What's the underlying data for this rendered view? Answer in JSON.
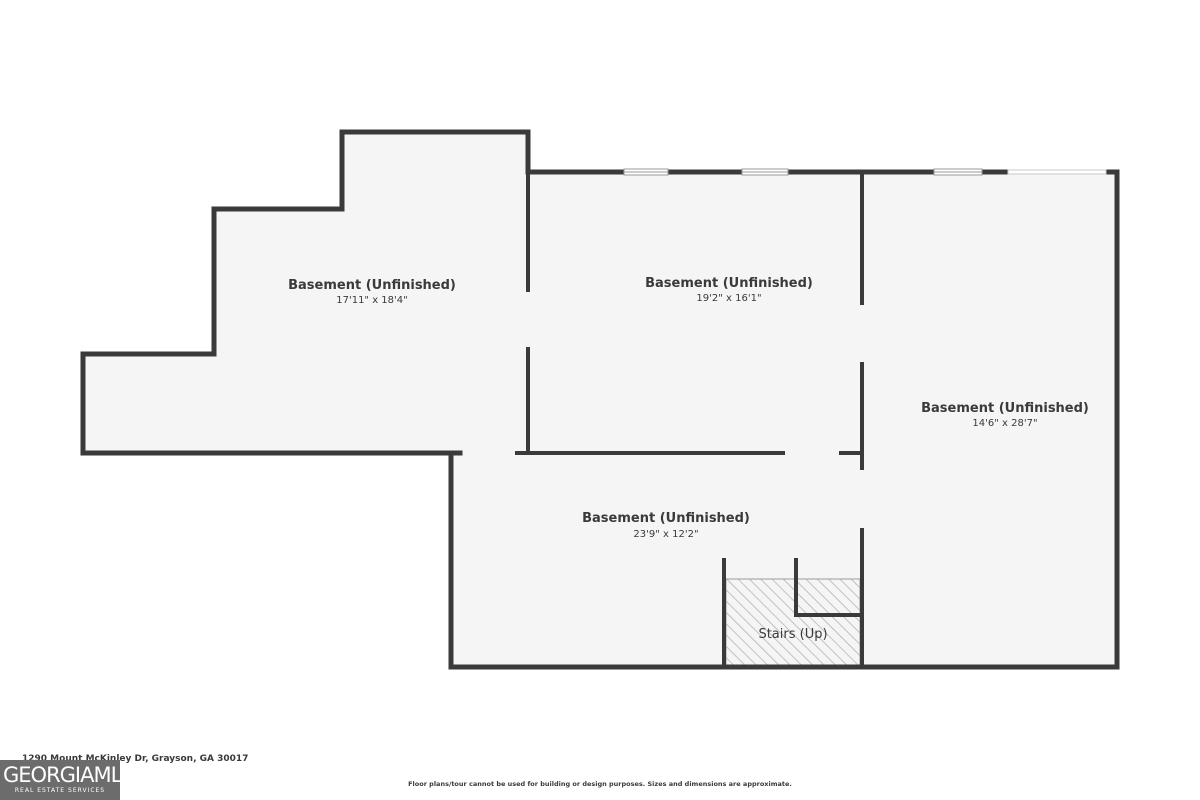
{
  "rooms": [
    {
      "name": "Basement (Unfinished)",
      "dimensions": "17'11\" x 18'4\""
    },
    {
      "name": "Basement (Unfinished)",
      "dimensions": "19'2\" x 16'1\""
    },
    {
      "name": "Basement (Unfinished)",
      "dimensions": "14'6\" x 28'7\""
    },
    {
      "name": "Basement (Unfinished)",
      "dimensions": "23'9\" x 12'2\""
    }
  ],
  "stairs": {
    "label": "Stairs (Up)"
  },
  "footer": {
    "address": "1290 Mount McKinley Dr, Grayson, GA 30017",
    "disclaimer": "Floor plans/tour cannot be used for building or design purposes. Sizes and dimensions are approximate."
  },
  "logo": {
    "main": "GEORGIAMLS",
    "sub": "REAL ESTATE SERVICES"
  },
  "colors": {
    "wall": "#3a3a3a",
    "floor": "#f5f5f5",
    "text": "#3a3a3a"
  }
}
